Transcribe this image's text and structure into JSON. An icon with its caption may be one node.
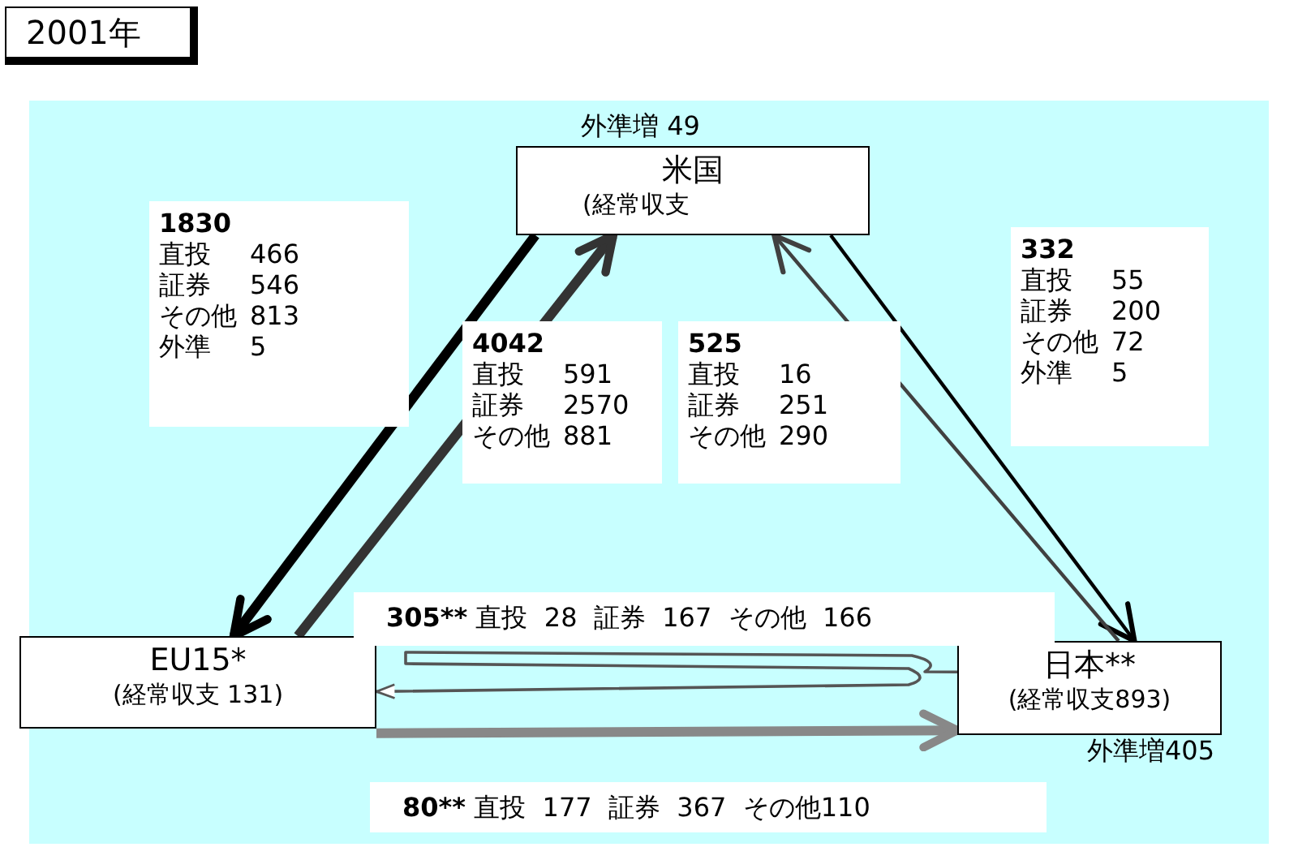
{
  "diagram": {
    "title": "2001年",
    "nodes": [
      {
        "text": [
          "米国",
          "(経常収支"
        ],
        "beside": [
          "外準増 49"
        ]
      },
      {
        "text": [
          "EU15*",
          "(経常収支 131)"
        ]
      },
      {
        "text": [
          "日本**",
          "(経常収支893)"
        ],
        "beside": [
          "外準増405"
        ]
      }
    ],
    "edges": [
      {
        "from": 0,
        "to": 1,
        "arrow": "to",
        "style": "thick",
        "label": "1830 直投 466 証券 546 その他 813 外準 5"
      },
      {
        "from": 1,
        "to": 0,
        "arrow": "to",
        "style": "thick",
        "color": "#333333",
        "label": "4042 直投 591 証券 2570 その他 881"
      },
      {
        "from": 0,
        "to": 2,
        "arrow": "to",
        "label": "332 直投 55 証券 200 その他 72 外準 5"
      },
      {
        "from": 2,
        "to": 0,
        "arrow": "to",
        "color": "#404040",
        "label": "525 直投 16 証券 251 その他 290"
      },
      {
        "from": 2,
        "to": 1,
        "arrow": "to",
        "color": "#555555",
        "label": "305** 直投 28 証券 167 その他 166"
      },
      {
        "from": 1,
        "to": 2,
        "arrow": "to",
        "style": "thick",
        "color": "#888888",
        "label": "80** 直投 177 証券 367 その他110"
      }
    ]
  }
}
